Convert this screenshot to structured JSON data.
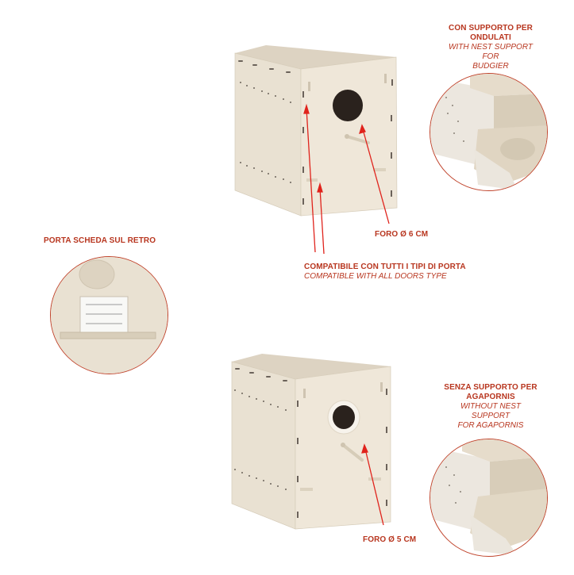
{
  "labels": {
    "support_budgie": {
      "it": "CON SUPPORTO PER ONDULATI",
      "it_line1": "CON SUPPORTO PER",
      "it_line2": "ONDULATI",
      "en_line1": "WITH NEST SUPPORT FOR",
      "en_line2": "BUDGIER"
    },
    "card_holder": {
      "it": "PORTA SCHEDA SUL RETRO"
    },
    "hole_6": {
      "it": "FORO Ø 6 CM"
    },
    "compatible": {
      "it": "COMPATIBILE CON TUTTI I TIPI DI PORTA",
      "en": "COMPATIBLE WITH ALL DOORS TYPE"
    },
    "no_support": {
      "it_line1": "SENZA SUPPORTO PER",
      "it_line2": "AGAPORNIS",
      "en_line1": "WITHOUT NEST SUPPORT",
      "en_line2": "FOR AGAPORNIS"
    },
    "hole_5": {
      "it": "FORO Ø 5 CM"
    }
  },
  "colors": {
    "accent": "#b8361f",
    "circle_border": "#c0442c",
    "arrow": "#e0231c",
    "box": "#ece3d3",
    "box_side": "#e4dac8",
    "box_top": "#ddd3c2",
    "hole": "#2a221d"
  }
}
